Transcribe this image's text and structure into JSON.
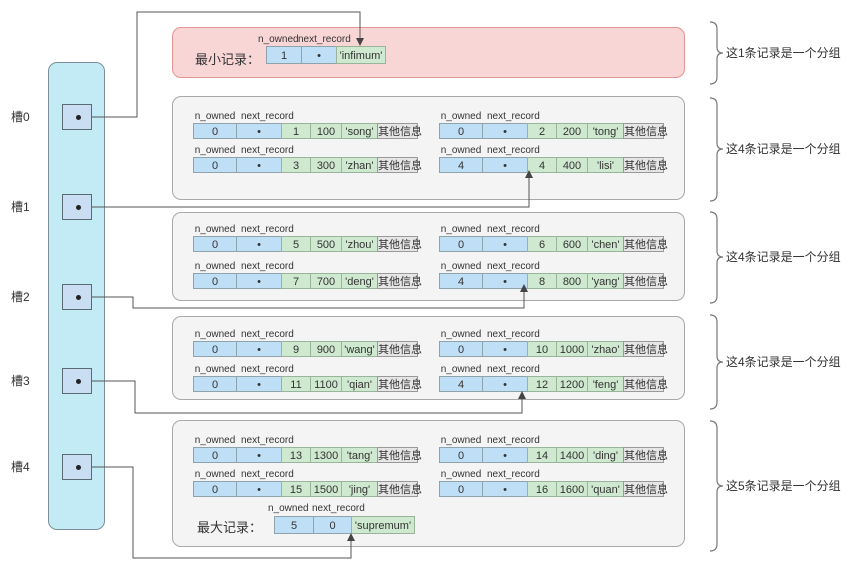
{
  "colors": {
    "slot_column": "#c3ebf5",
    "slot_box": "#c9ddf3",
    "record_blue": "#bfdff6",
    "record_green": "#cfe9d0",
    "extra_gray": "#e6e6e6",
    "group_box": "#f4f4f4",
    "min_record_box": "#f9d6d6",
    "connector": "#555555"
  },
  "field_labels": {
    "n_owned": "n_owned",
    "next_record": "next_record",
    "extra": "其他信息"
  },
  "slots": [
    {
      "label": "槽0"
    },
    {
      "label": "槽1"
    },
    {
      "label": "槽2"
    },
    {
      "label": "槽3"
    },
    {
      "label": "槽4"
    }
  ],
  "infimum": {
    "caption": "最小记录：",
    "n_owned": "1",
    "next_record": "•",
    "name": "'infimum'"
  },
  "supremum": {
    "caption": "最大记录：",
    "n_owned": "5",
    "next_record": "0",
    "name": "'supremum'"
  },
  "groups": [
    {
      "label": "这1条记录是一个分组"
    },
    {
      "label": "这4条记录是一个分组",
      "records": [
        {
          "n_owned": "0",
          "next_record": "•",
          "id": "1",
          "value": "100",
          "name": "'song'"
        },
        {
          "n_owned": "0",
          "next_record": "•",
          "id": "2",
          "value": "200",
          "name": "'tong'"
        },
        {
          "n_owned": "0",
          "next_record": "•",
          "id": "3",
          "value": "300",
          "name": "'zhan'"
        },
        {
          "n_owned": "4",
          "next_record": "•",
          "id": "4",
          "value": "400",
          "name": "'lisi'"
        }
      ]
    },
    {
      "label": "这4条记录是一个分组",
      "records": [
        {
          "n_owned": "0",
          "next_record": "•",
          "id": "5",
          "value": "500",
          "name": "'zhou'"
        },
        {
          "n_owned": "0",
          "next_record": "•",
          "id": "6",
          "value": "600",
          "name": "'chen'"
        },
        {
          "n_owned": "0",
          "next_record": "•",
          "id": "7",
          "value": "700",
          "name": "'deng'"
        },
        {
          "n_owned": "4",
          "next_record": "•",
          "id": "8",
          "value": "800",
          "name": "'yang'"
        }
      ]
    },
    {
      "label": "这4条记录是一个分组",
      "records": [
        {
          "n_owned": "0",
          "next_record": "•",
          "id": "9",
          "value": "900",
          "name": "'wang'"
        },
        {
          "n_owned": "0",
          "next_record": "•",
          "id": "10",
          "value": "1000",
          "name": "'zhao'"
        },
        {
          "n_owned": "0",
          "next_record": "•",
          "id": "11",
          "value": "1100",
          "name": "'qian'"
        },
        {
          "n_owned": "4",
          "next_record": "•",
          "id": "12",
          "value": "1200",
          "name": "'feng'"
        }
      ]
    },
    {
      "label": "这5条记录是一个分组",
      "records": [
        {
          "n_owned": "0",
          "next_record": "•",
          "id": "13",
          "value": "1300",
          "name": "'tang'"
        },
        {
          "n_owned": "0",
          "next_record": "•",
          "id": "14",
          "value": "1400",
          "name": "'ding'"
        },
        {
          "n_owned": "0",
          "next_record": "•",
          "id": "15",
          "value": "1500",
          "name": "'jing'"
        },
        {
          "n_owned": "0",
          "next_record": "•",
          "id": "16",
          "value": "1600",
          "name": "'quan'"
        }
      ]
    }
  ]
}
